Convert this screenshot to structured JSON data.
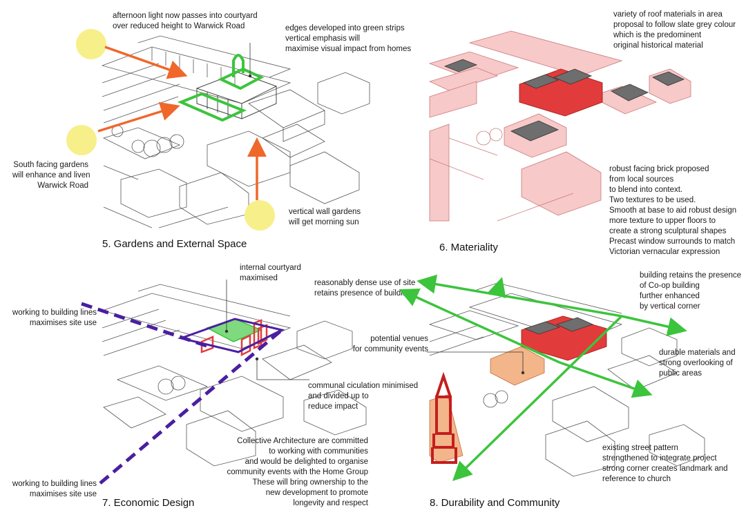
{
  "panels": {
    "p5": {
      "title": "5. Gardens and External Space",
      "notes": {
        "afternoon": "afternoon light now passes into courtyard\nover reduced height to Warwick Road",
        "edges": "edges developed into green strips\nvertical emphasis will\nmaximise visual impact from homes",
        "south": "South facing gardens\nwill enhance and liven\nWarwick Road",
        "vertical": "vertical wall gardens\nwill get morning sun"
      }
    },
    "p6": {
      "title": "6. Materiality",
      "notes": {
        "roof": "variety of roof materials in area\nproposal to follow slate grey colour\nwhich is the predominent\noriginal historical material",
        "brick": "robust facing brick proposed\nfrom local sources\nto blend into context.\nTwo textures to be used.\nSmooth at base to aid robust design\nmore texture to upper floors to\ncreate a strong sculptural shapes\nPrecast window surrounds to match\nVictorian vernacular expression"
      }
    },
    "p7": {
      "title": "7. Economic Design",
      "notes": {
        "courtyard": "internal courtyard\nmaximised",
        "dense": "reasonably dense use of site\nretains presence of building",
        "lines_top": "working to building lines\nmaximises site use",
        "communal": "communal ciculation minimised\nand divided up to\nreduce impact",
        "collective": "Collective Architecture are committed\nto working with communities\nand would be delighted to organise\ncommunity events with the Home Group\nThese will bring ownership to the\nnew development to promote\nlongevity and respect",
        "lines_bottom": "working to building lines\nmaximises site use"
      }
    },
    "p8": {
      "title": "8. Durability and Community",
      "notes": {
        "coop": "building retains the presence\nof Co-op building\nfurther enhanced\nby vertical corner",
        "venues": "potential venues\nfor community events",
        "durable": "durable materials and\nstrong overlooking of\npublic areas",
        "street": "existing street pattern\nstrengthened to integrate project\nstrong corner creates landmark and\nreference to church"
      }
    }
  },
  "colors": {
    "sun": "#f7ef8a",
    "arrow_orange": "#f0672a",
    "green": "#3cc43c",
    "red": "#e23b3b",
    "pink": "#f7c9c9",
    "slate": "#6e6e6e",
    "purple": "#4a1fa0",
    "orange_fill": "#f3b58a",
    "line": "#555555"
  }
}
